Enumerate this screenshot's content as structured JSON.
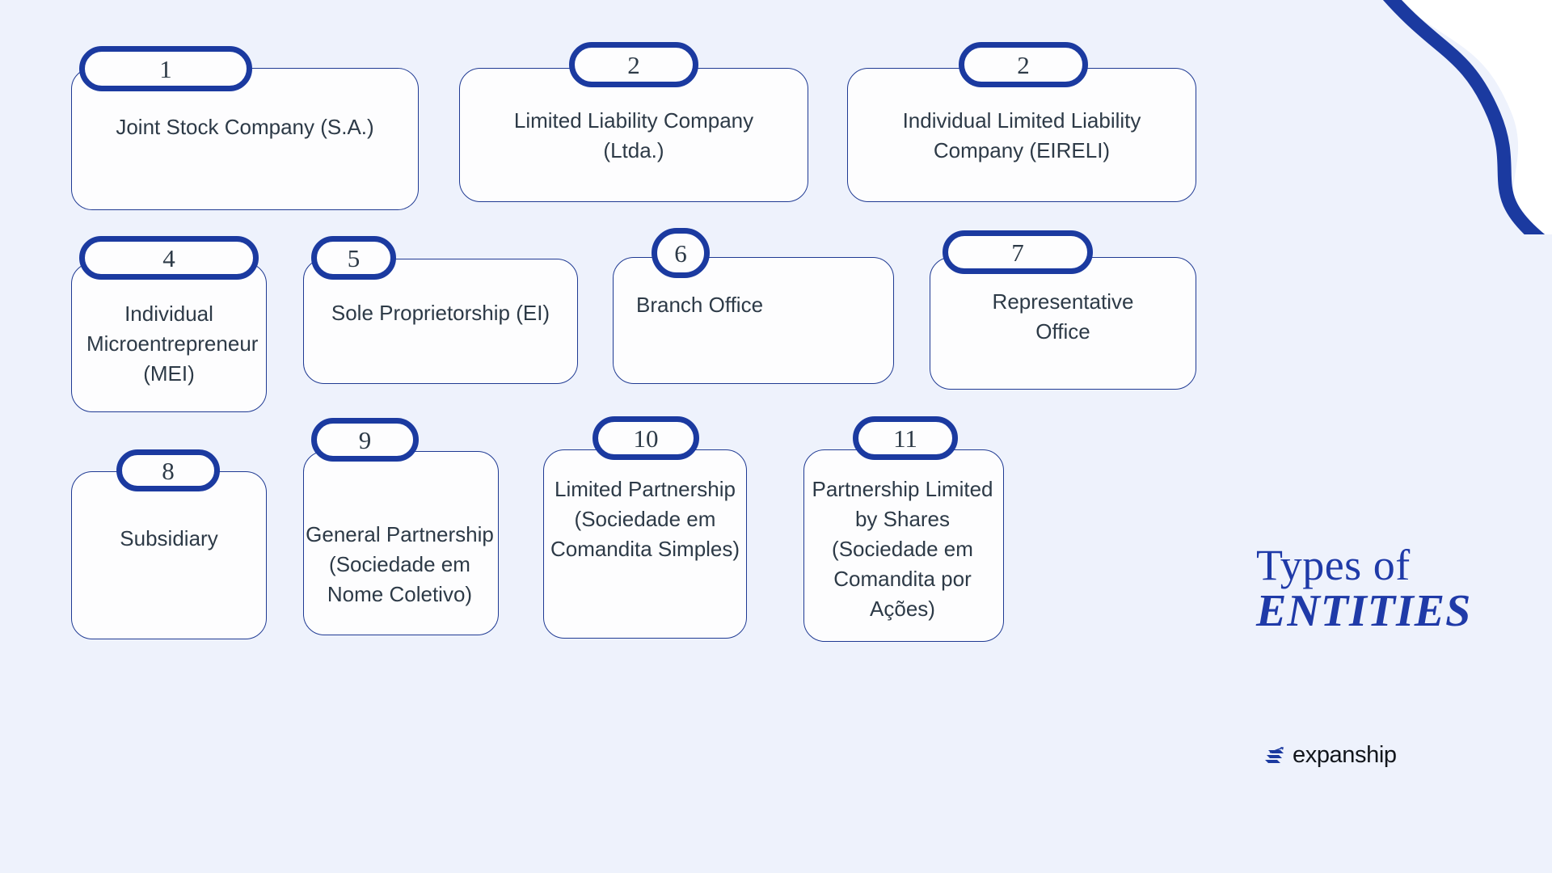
{
  "background_color": "#eef2fc",
  "accent_color": "#1b3aa0",
  "card_border_color": "#1f3a93",
  "text_color": "#2d3a47",
  "title": {
    "line1": "Types of",
    "line2": "ENTITIES"
  },
  "logo": {
    "wordmark": "expanship",
    "mark_icon": "stacked-arrow-icon",
    "mark_color": "#1b3aa0"
  },
  "decoration": {
    "corner_swoosh_icon": "wave-swoosh-icon",
    "color": "#1b3aa0"
  },
  "cards": [
    {
      "number": "1",
      "label": "Joint Stock Company (S.A.)"
    },
    {
      "number": "2",
      "label": "Limited Liability Company (Ltda.)"
    },
    {
      "number": "2",
      "label": "Individual Limited Liability Company (EIRELI)"
    },
    {
      "number": "4",
      "label": "Individual Microentrepreneur (MEI)"
    },
    {
      "number": "5",
      "label": "Sole Proprietorship (EI)"
    },
    {
      "number": "6",
      "label": "Branch Office"
    },
    {
      "number": "7",
      "label": "Representative Office"
    },
    {
      "number": "8",
      "label": "Subsidiary"
    },
    {
      "number": "9",
      "label": "General Partnership (Sociedade em Nome Coletivo)"
    },
    {
      "number": "10",
      "label": "Limited Partnership (Sociedade em Comandita Simples)"
    },
    {
      "number": "11",
      "label": "Partnership Limited by Shares (Sociedade em Comandita por Ações)"
    }
  ]
}
